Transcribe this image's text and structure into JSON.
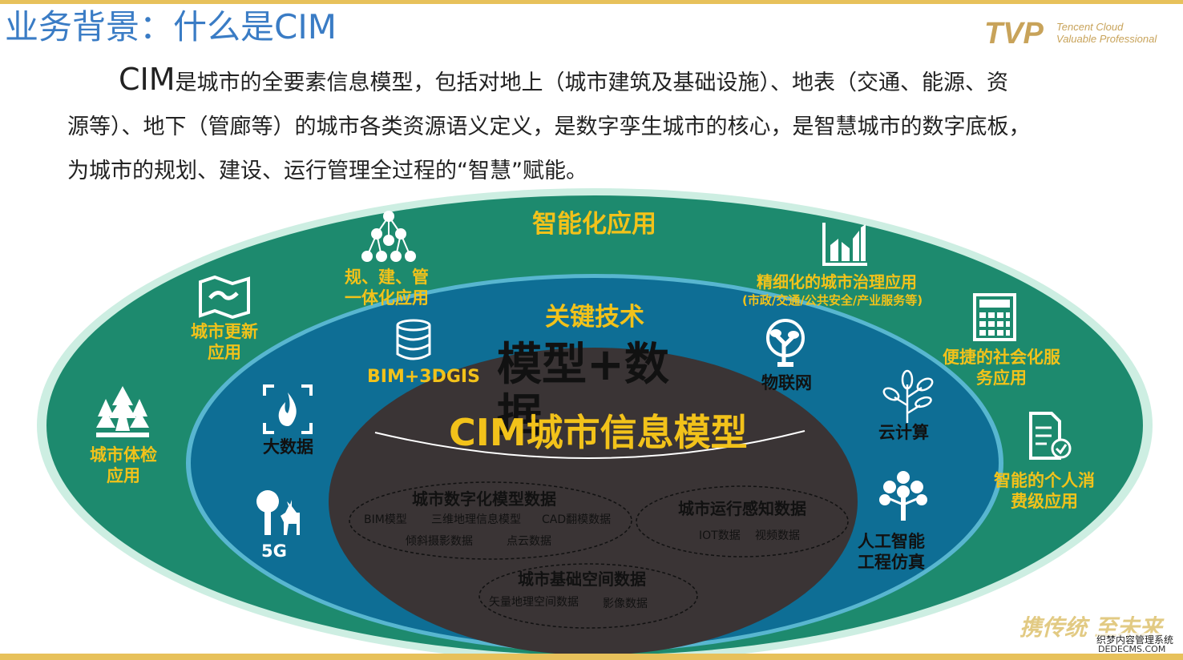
{
  "header": {
    "title": "业务背景：什么是CIM",
    "logo_mark": "TVP",
    "logo_line1": "Tencent Cloud",
    "logo_line2": "Valuable Professional"
  },
  "intro": {
    "lead": "CIM",
    "line1": "是城市的全要素信息模型，包括对地上（城市建筑及基础设施）、地表（交通、能源、资",
    "line2": "源等）、地下（管廊等）的城市各类资源语义定义，是数字孪生城市的核心，是智慧城市的数字底板，",
    "line3": "为城市的规划、建设、运行管理全过程的“智慧”赋能。"
  },
  "rings": {
    "outer_title": "智能化应用",
    "middle_title": "关键技术",
    "middle_overlay": "模型+数据",
    "core_title": "CIM城市信息模型"
  },
  "applications": [
    {
      "label": "规、建、管\n一体化应用",
      "icon": "hierarchy-icon"
    },
    {
      "label": "城市更新\n应用",
      "icon": "map-icon"
    },
    {
      "label": "城市体检\n应用",
      "icon": "trees-icon"
    },
    {
      "label": "精细化的城市治理应用",
      "sub": "(市政/交通/公共安全/产业服务等)",
      "icon": "bar-chart-icon"
    },
    {
      "label": "便捷的社会化服\n务应用",
      "icon": "calculator-icon"
    },
    {
      "label": "智能的个人消\n费级应用",
      "icon": "document-check-icon"
    }
  ],
  "technologies": [
    {
      "label": "BIM+3DGIS",
      "icon": "database-icon"
    },
    {
      "label": "大数据",
      "icon": "flame-icon"
    },
    {
      "label": "5G",
      "icon": "tree-deer-icon"
    },
    {
      "label": "物联网",
      "icon": "iot-tree-icon"
    },
    {
      "label": "云计算",
      "icon": "leaf-icon"
    },
    {
      "label": "人工智能\n工程仿真",
      "icon": "network-tree-icon"
    }
  ],
  "core_groups": [
    {
      "title": "城市数字化模型数据",
      "items": [
        "BIM模型",
        "三维地理信息模型",
        "CAD翻模数据",
        "倾斜摄影数据",
        "点云数据"
      ]
    },
    {
      "title": "城市运行感知数据",
      "items": [
        "IOT数据",
        "视频数据"
      ]
    },
    {
      "title": "城市基础空间数据",
      "items": [
        "矢量地理空间数据",
        "影像数据"
      ]
    }
  ],
  "watermark": {
    "text": "携传统 至未来",
    "site1": "织梦内容管理系统",
    "site2": "DEDECMS.COM"
  },
  "colors": {
    "outer_ring": "#1d8a6e",
    "middle_ring": "#0e6e95",
    "core": "#3a3435",
    "label_yellow": "#f2c21a",
    "title_blue": "#3a7cc5"
  }
}
